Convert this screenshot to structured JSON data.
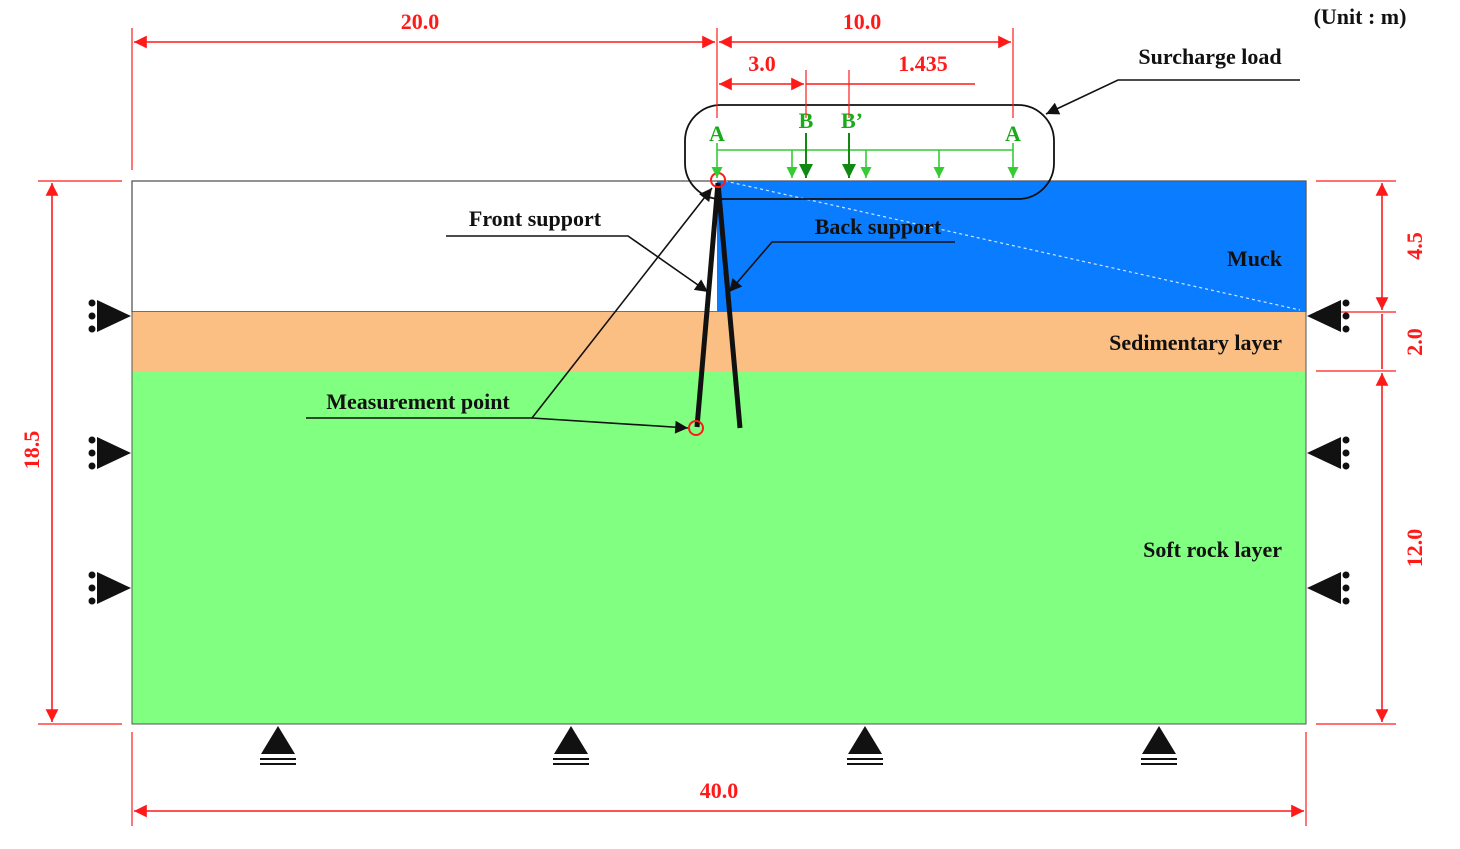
{
  "unit_label": "(Unit : m)",
  "dimensions": {
    "top_left_width": "20.0",
    "top_right_width": "10.0",
    "offset_b": "3.0",
    "offset_b_prime": "1.435",
    "total_width": "40.0",
    "total_height": "18.5",
    "muck_thickness": "4.5",
    "sedimentary_thickness": "2.0",
    "soft_rock_thickness": "12.0"
  },
  "load_points": {
    "a_left": "A",
    "b": "B",
    "b_prime": "B’",
    "a_right": "A"
  },
  "labels": {
    "surcharge_load": "Surcharge load",
    "front_support": "Front support",
    "back_support": "Back support",
    "measurement_point": "Measurement point",
    "muck": "Muck",
    "sedimentary_layer": "Sedimentary layer",
    "soft_rock_layer": "Soft rock layer"
  },
  "colors": {
    "muck": "#0a7cff",
    "sedimentary": "#fbbf84",
    "soft_rock": "#80ff80",
    "dimension": "#ff1a1a",
    "load": "#1aaa1a"
  }
}
